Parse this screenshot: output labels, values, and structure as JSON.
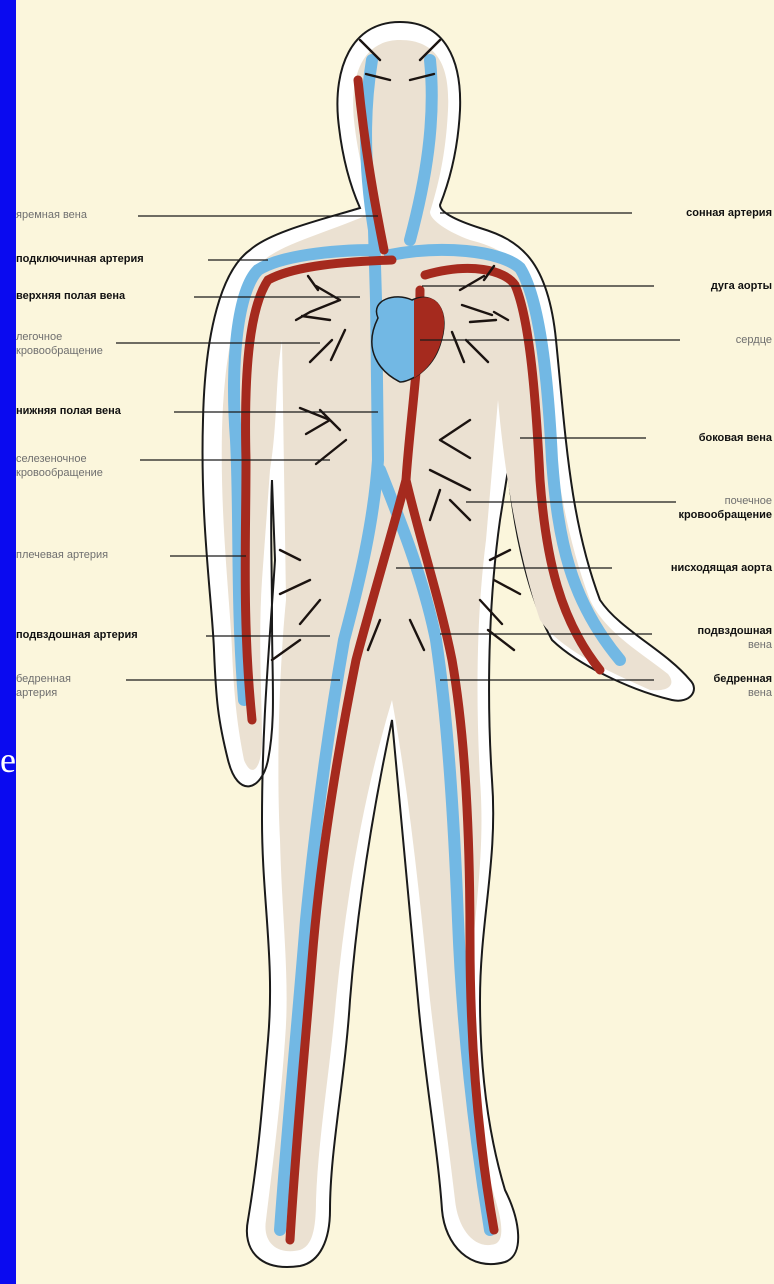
{
  "left_labels": [
    {
      "id": "jugular",
      "lines": [
        "яремная вена"
      ],
      "style": "light"
    },
    {
      "id": "subclavian",
      "lines": [
        "подключичная артерия"
      ],
      "style": "bold"
    },
    {
      "id": "svc",
      "lines": [
        "верхняя полая вена"
      ],
      "style": "bold"
    },
    {
      "id": "pulmonary",
      "lines": [
        "легочное",
        "кровообращение"
      ],
      "style": "light"
    },
    {
      "id": "ivc",
      "lines": [
        "нижняя полая вена"
      ],
      "style": "bold"
    },
    {
      "id": "splenic",
      "lines": [
        "селезеночное",
        "кровообращение"
      ],
      "style": "light"
    },
    {
      "id": "brachial",
      "lines": [
        "плечевая артерия"
      ],
      "style": "light"
    },
    {
      "id": "iliac-artery",
      "lines": [
        "подвздошная артерия"
      ],
      "style": "bold"
    },
    {
      "id": "femoral-artery",
      "lines": [
        "бедренная",
        "артерия"
      ],
      "style": "light"
    }
  ],
  "right_labels": [
    {
      "id": "carotid",
      "lines": [
        "сонная артерия"
      ],
      "style": "bold"
    },
    {
      "id": "aortic-arch",
      "lines": [
        "дуга аорты"
      ],
      "style": "bold"
    },
    {
      "id": "heart",
      "lines": [
        "сердце"
      ],
      "style": "light"
    },
    {
      "id": "lateral-vein",
      "lines": [
        "боковая вена"
      ],
      "style": "bold"
    },
    {
      "id": "renal",
      "lines": [
        "почечное",
        "кровообращение"
      ],
      "style": "mixed"
    },
    {
      "id": "desc-aorta",
      "lines": [
        "нисходящая аорта"
      ],
      "style": "bold"
    },
    {
      "id": "iliac-vein",
      "lines": [
        "подвздошная",
        "вена"
      ],
      "style": "mixed"
    },
    {
      "id": "femoral-vein",
      "lines": [
        "бедренная",
        "вена"
      ],
      "style": "mixed"
    }
  ],
  "stray_char": "е",
  "colors": {
    "artery": "#a52a1e",
    "vein": "#72b8e4",
    "body_fill": "#ffffff",
    "skin": "#ebe1d2",
    "background": "#fbf6dc",
    "frame": "#0000ee"
  }
}
